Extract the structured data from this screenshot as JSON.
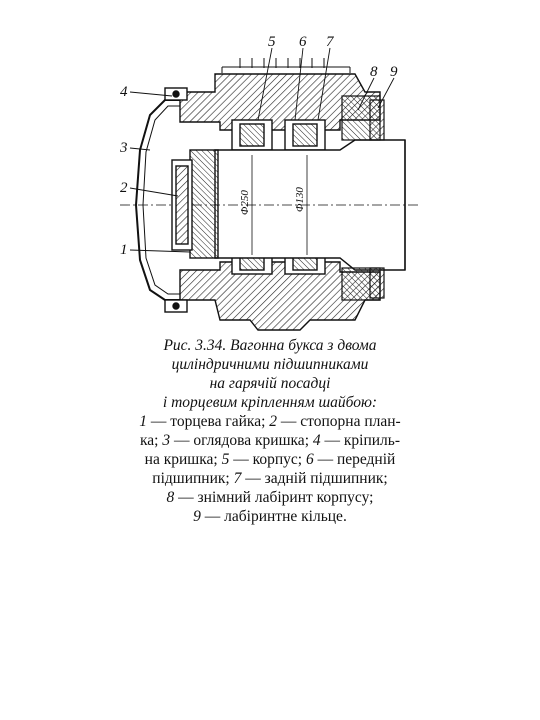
{
  "figure": {
    "callouts": [
      "1",
      "2",
      "3",
      "4",
      "5",
      "6",
      "7",
      "8",
      "9"
    ],
    "dimensions": [
      "Φ250",
      "Φ130"
    ]
  },
  "caption": {
    "title_lines": [
      "Рис. 3.34. Вагонна букса з двома",
      "циліндричними підшипниками",
      "на гарячій посадці",
      "і торцевим кріпленням шайбою:"
    ],
    "legend": [
      {
        "num": "1",
        "text": " — торцева гайка; "
      },
      {
        "num": "2",
        "text": " — стопорна план-"
      },
      {
        "num": "",
        "text": "ка; "
      },
      {
        "num": "3",
        "text": " — оглядова кришка; "
      },
      {
        "num": "4",
        "text": " — кріпиль-"
      },
      {
        "num": "",
        "text": "на кришка; "
      },
      {
        "num": "5",
        "text": " — корпус; "
      },
      {
        "num": "6",
        "text": " — передній"
      },
      {
        "num": "",
        "text": "підшипник; "
      },
      {
        "num": "7",
        "text": " — задній підшипник;"
      },
      {
        "num": "8",
        "text": " — знімний лабіринт корпусу;"
      },
      {
        "num": "9",
        "text": " — лабіринтне кільце."
      }
    ]
  }
}
